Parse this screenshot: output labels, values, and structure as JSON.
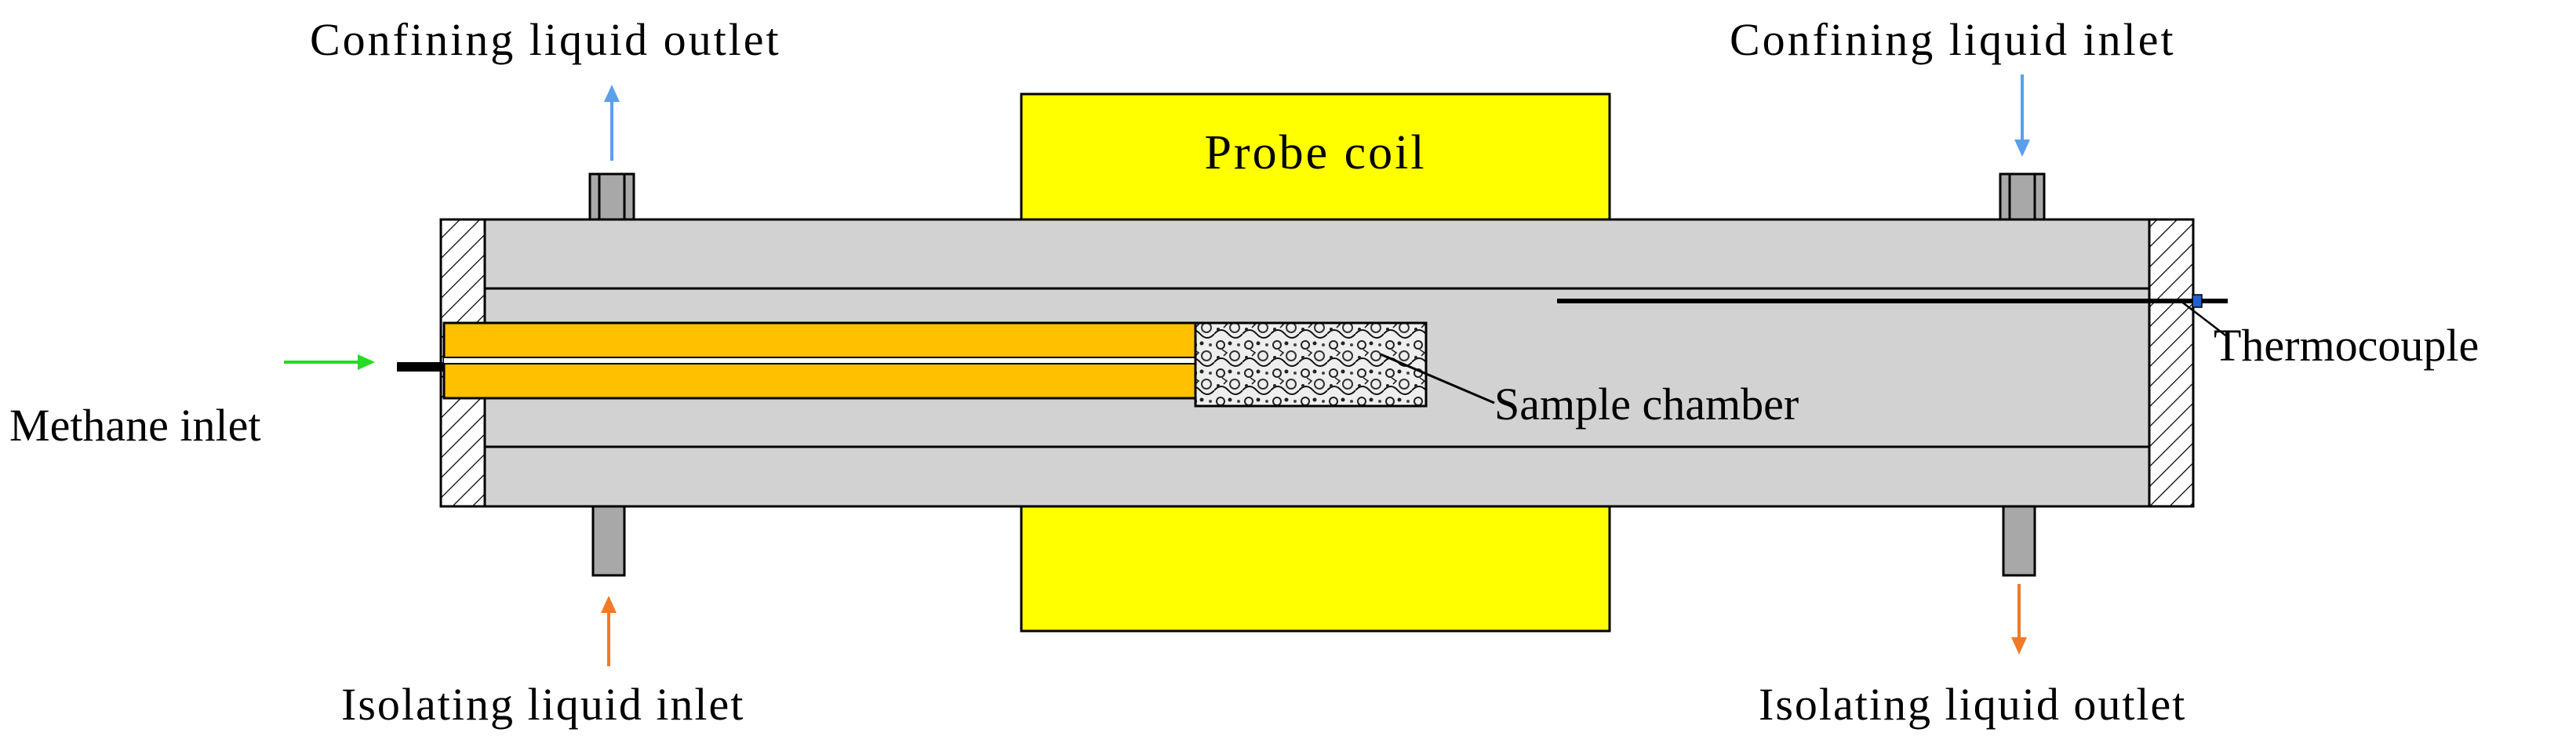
{
  "labels": {
    "confining_outlet": "Confining liquid outlet",
    "confining_inlet": "Confining liquid inlet",
    "probe_coil": "Probe coil",
    "thermocouple": "Thermocouple",
    "methane_inlet": "Methane inlet",
    "sample_chamber": "Sample chamber",
    "isolating_inlet": "Isolating liquid inlet",
    "isolating_outlet": "Isolating liquid outlet"
  },
  "colors": {
    "body_gray": "#d2d2d2",
    "port_gray": "#a8a8a8",
    "probe_yellow": "#ffff00",
    "core_orange": "#ffc000",
    "confining_arrow": "#5aa0e8",
    "isolating_arrow": "#f07a28",
    "methane_arrow": "#22dd22",
    "thermocouple_tip": "#2060d0"
  }
}
